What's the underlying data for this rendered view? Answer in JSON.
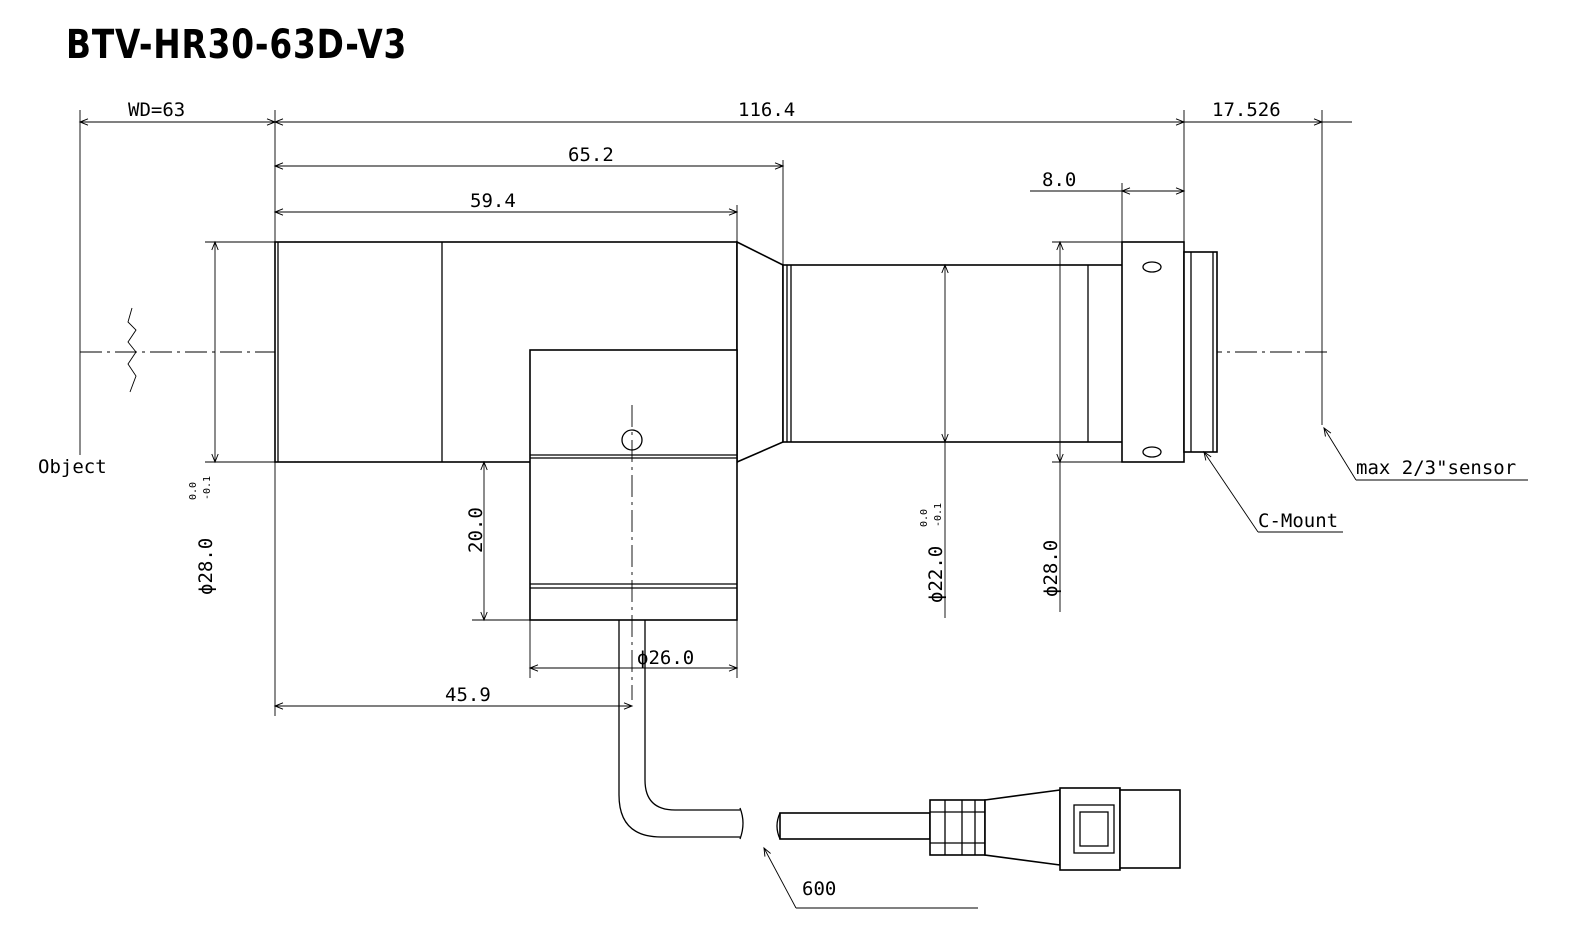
{
  "title": "BTV-HR30-63D-V3",
  "dimensions": {
    "wd": "WD=63",
    "overall_length": "116.4",
    "back_focus": "17.526",
    "d65": "65.2",
    "d59": "59.4",
    "mount_len": "8.0",
    "dia28_left": "ϕ28.0",
    "dia22": "ϕ22.0",
    "dia28_right": "ϕ28.0",
    "dia26": "ϕ26.0",
    "h20": "20.0",
    "d45": "45.9",
    "cable_len": "600",
    "tol_upper": "0.0",
    "tol_lower": "-0.1"
  },
  "labels": {
    "object": "Object",
    "sensor": "max 2/3\"sensor",
    "mount": "C-Mount"
  }
}
